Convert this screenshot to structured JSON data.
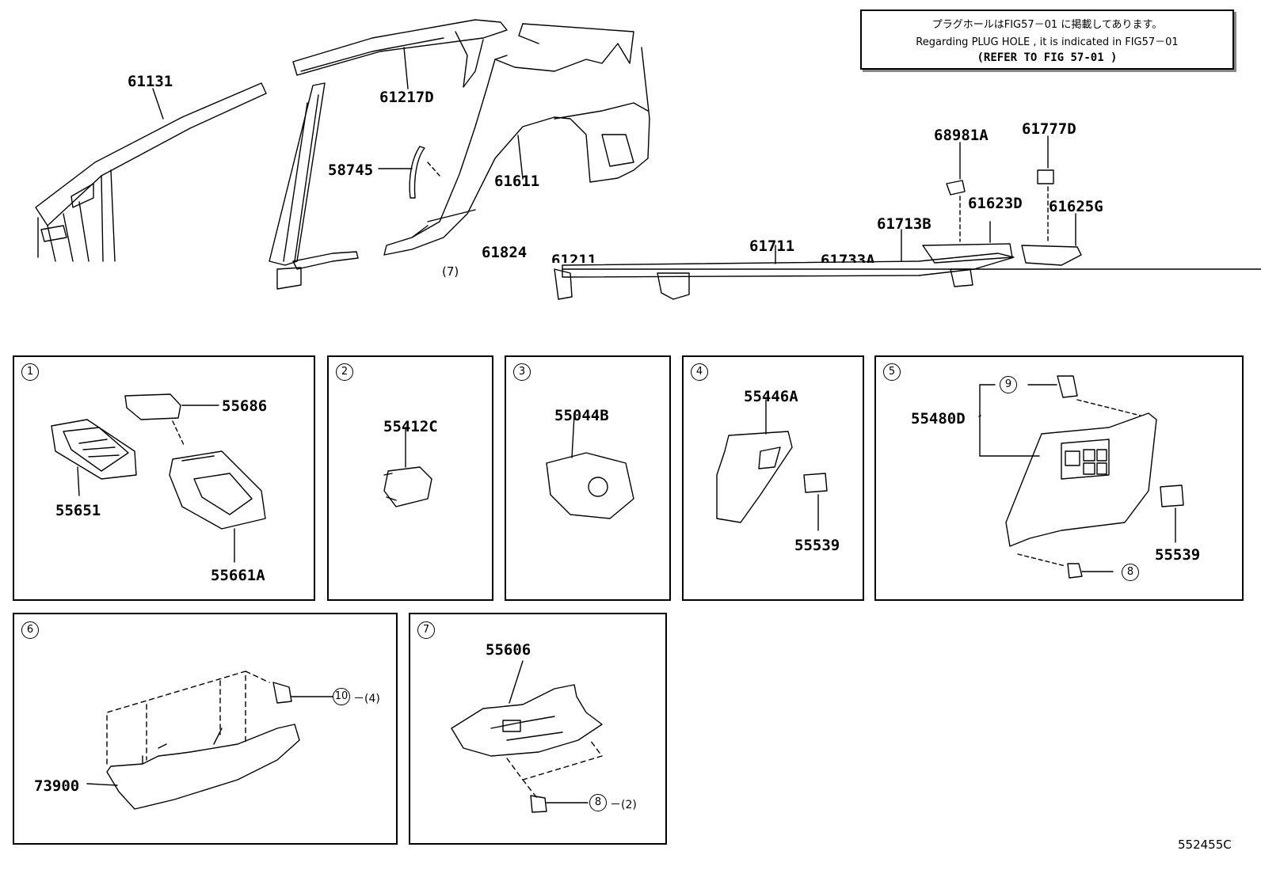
{
  "note": {
    "line1": "プラグホールはFIG57－01 に掲載してあります。",
    "line2": "Regarding  PLUG HOLE , it is indicated in FIG57－01",
    "line3": "(REFER TO FIG 57-01 )"
  },
  "top_labels": {
    "p61131": "61131",
    "p61217D": "61217D",
    "p58745": "58745",
    "p61611": "61611",
    "p68981A": "68981A",
    "p61777D": "61777D",
    "p61623D": "61623D",
    "p61625G": "61625G",
    "p61713B": "61713B",
    "p61711": "61711",
    "p61733A": "61733A",
    "p61824": "61824",
    "p61211": "61211",
    "ref7": "7"
  },
  "panels": {
    "p1": {
      "num": "1",
      "a": "55686",
      "b": "55651",
      "c": "55661A"
    },
    "p2": {
      "num": "2",
      "a": "55412C"
    },
    "p3": {
      "num": "3",
      "a": "55044B"
    },
    "p4": {
      "num": "4",
      "a": "55446A",
      "b": "55539"
    },
    "p5": {
      "num": "5",
      "a": "55480D",
      "b": "55539",
      "c9": "9",
      "c8": "8"
    },
    "p6": {
      "num": "6",
      "a": "73900",
      "c10": "10",
      "qty": "－(4)"
    },
    "p7": {
      "num": "7",
      "a": "55606",
      "c8": "8",
      "qty": "－(2)"
    }
  },
  "figure_code": "552455C"
}
